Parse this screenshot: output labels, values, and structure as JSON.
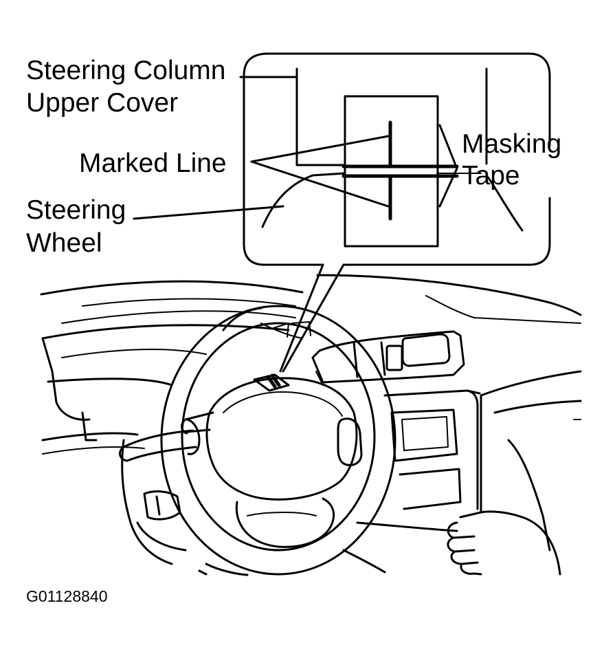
{
  "labels": {
    "steering_column_line1": "Steering Column",
    "steering_column_line2": "Upper Cover",
    "marked_line": "Marked Line",
    "steering_wheel_line1": "Steering",
    "steering_wheel_line2": "Wheel",
    "masking_tape_line1": "Masking",
    "masking_tape_line2": "Tape"
  },
  "figure_code": "G01128840",
  "colors": {
    "ink": "#000000",
    "paper": "#ffffff"
  }
}
